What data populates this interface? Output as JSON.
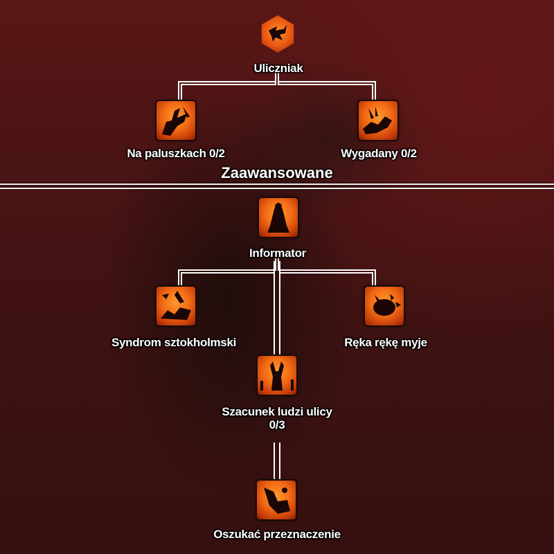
{
  "tree": {
    "root": {
      "name": "Uliczniak",
      "icon": "street-kid-icon"
    },
    "basic": [
      {
        "name": "Na paluszkach 0/2",
        "icon": "tiptoe-icon"
      },
      {
        "name": "Wygadany 0/2",
        "icon": "smooth-talker-icon"
      }
    ],
    "section_title": "Zaawansowane",
    "advanced": {
      "top": {
        "name": "Informator",
        "icon": "informant-icon"
      },
      "left": {
        "name": "Syndrom sztokholmski",
        "icon": "stockholm-syndrome-icon"
      },
      "right": {
        "name": "Ręka rękę myje",
        "icon": "hand-washes-hand-icon"
      },
      "middle": {
        "name_line1": "Szacunek ludzi ulicy",
        "name_line2": "0/3",
        "icon": "street-respect-icon"
      },
      "bottom": {
        "name": "Oszukać przeznaczenie",
        "icon": "cheat-fate-icon"
      }
    }
  }
}
